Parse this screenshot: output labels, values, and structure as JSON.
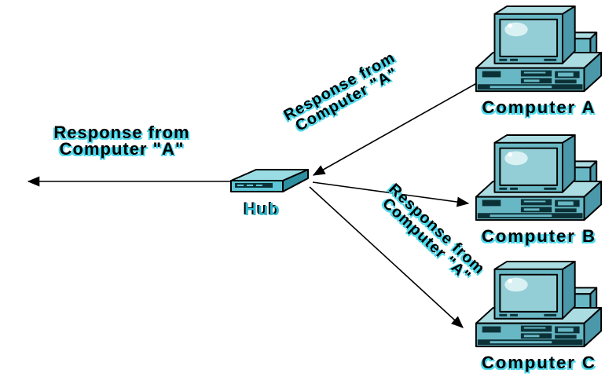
{
  "colors": {
    "bg": "#ffffff",
    "ink": "#000000",
    "accent": "#4bd9ec",
    "hub-label": "#2fb9cf",
    "pc-mid": "#68b7c4",
    "pc-light": "#abdce2",
    "pc-dark": "#4a98a9",
    "pc-screen": "#93cdd5",
    "pc-screen-hi": "#d9f1f3",
    "pc-slot": "#0b3137",
    "hub-top": "#9adce4",
    "hub-front": "#5ec6d6",
    "hub-side": "#2e8fa0"
  },
  "hub": {
    "label": "Hub"
  },
  "computers": [
    {
      "id": "computer-a",
      "label": "Computer A"
    },
    {
      "id": "computer-b",
      "label": "Computer B"
    },
    {
      "id": "computer-c",
      "label": "Computer C"
    }
  ],
  "edge_labels": {
    "broadcast_left": {
      "line1": "Response from",
      "line2": "Computer \"A\""
    },
    "from_computer_a": {
      "line1": "Response from",
      "line2": "Computer \"A\""
    },
    "to_computer_c": {
      "line1": "Response from",
      "line2": "Computer \"A\""
    }
  }
}
